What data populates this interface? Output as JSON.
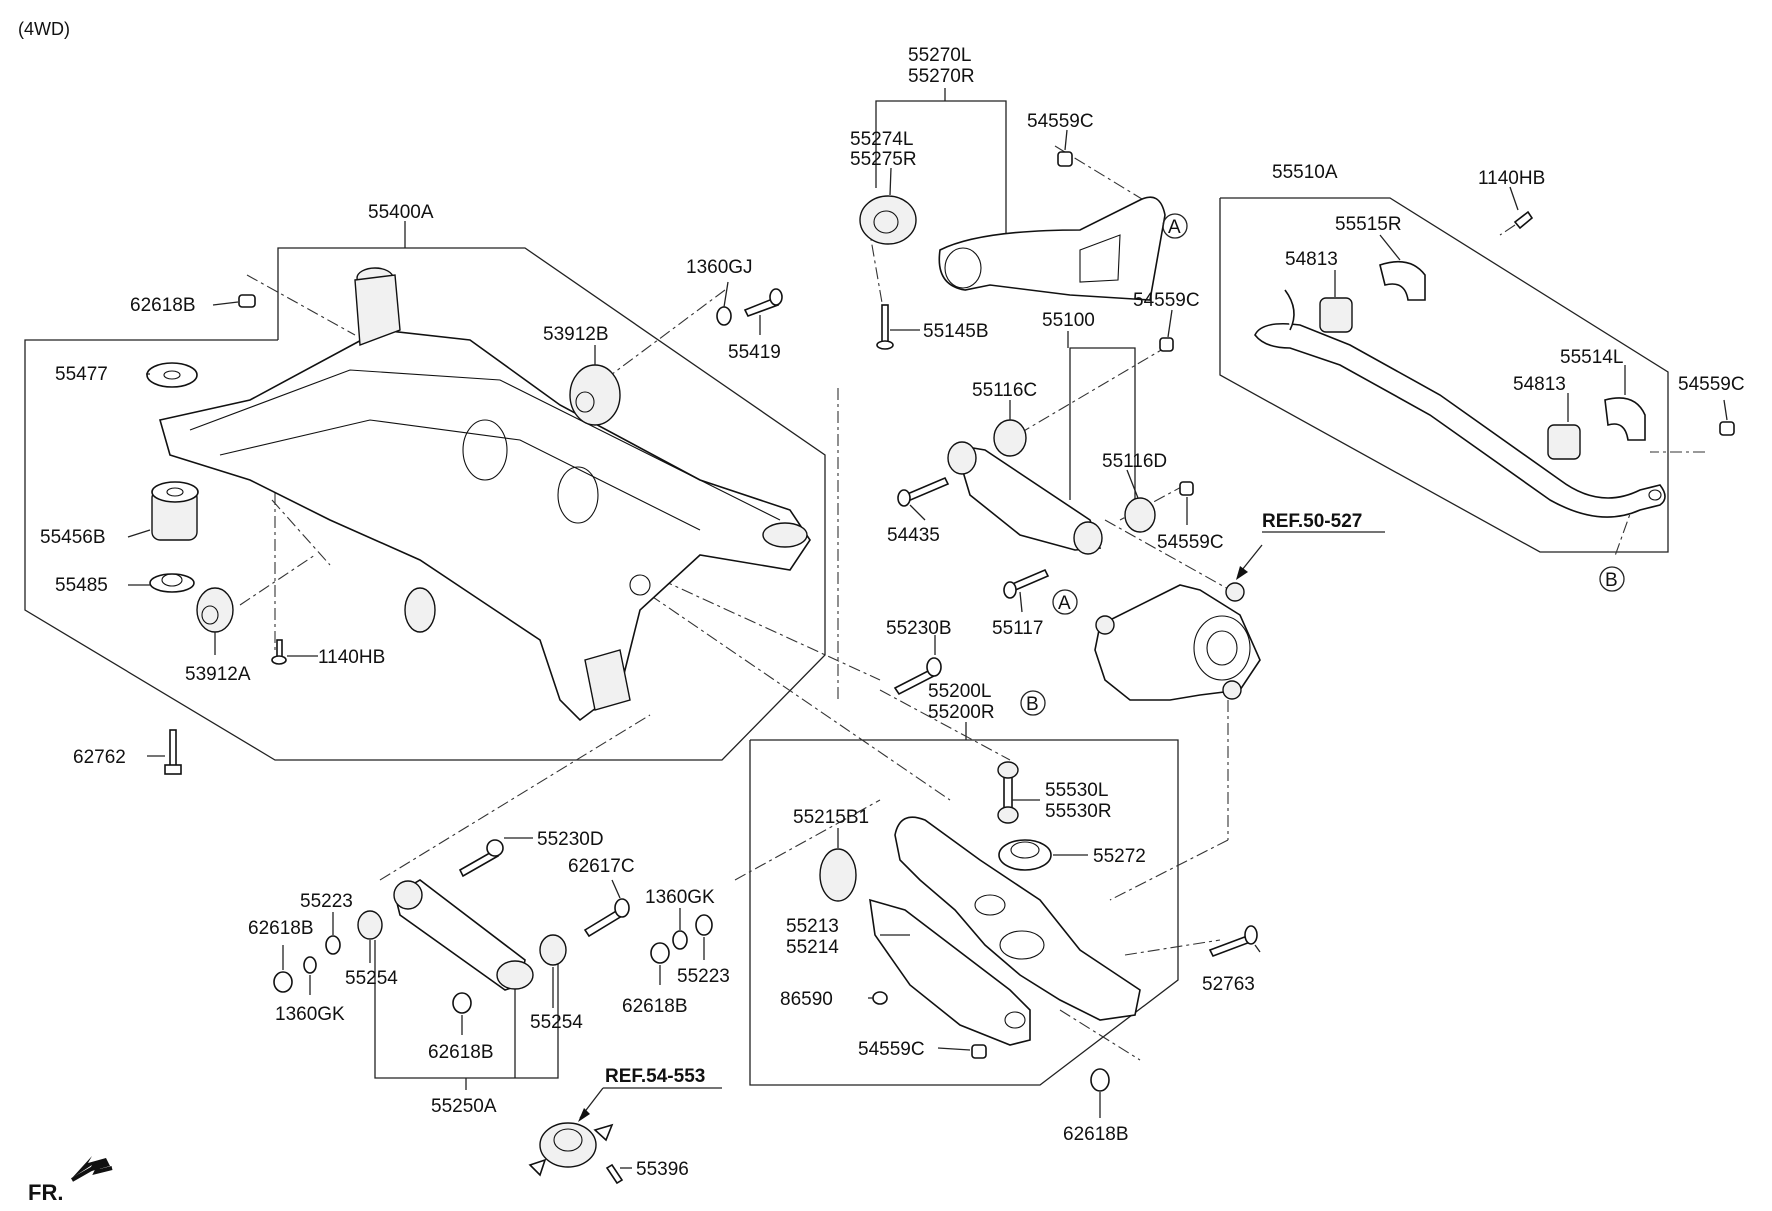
{
  "header": {
    "variant": "(4WD)"
  },
  "front_indicator": "FR.",
  "refs": {
    "knuckle": "REF.50-527",
    "bushing": "REF.54-553"
  },
  "callouts": {
    "a": "A",
    "b": "B"
  },
  "labels": {
    "p55270": [
      "55270L",
      "55270R"
    ],
    "p54559c_top": "54559C",
    "p55274": [
      "55274L",
      "55275R"
    ],
    "p55145b": "55145B",
    "p55510a": "55510A",
    "p1140hb_top": "1140HB",
    "p55515r": "55515R",
    "p54813_a": "54813",
    "p54813_b": "54813",
    "p55514l": "55514L",
    "p54559c_right": "54559C",
    "p55400a": "55400A",
    "p62618b_top": "62618B",
    "p1360gj": "1360GJ",
    "p55419": "55419",
    "p53912b": "53912B",
    "p55477": "55477",
    "p55456b": "55456B",
    "p55485": "55485",
    "p53912a": "53912A",
    "p1140hb_mid": "1140HB",
    "p62762": "62762",
    "p55100": "55100",
    "p54559c_mid": "54559C",
    "p55116c": "55116C",
    "p55116d": "55116D",
    "p54435": "54435",
    "p54559c_mid2": "54559C",
    "p55117": "55117",
    "p55230b": "55230B",
    "p55200": [
      "55200L",
      "55200R"
    ],
    "p55530": [
      "55530L",
      "55530R"
    ],
    "p55215b1": "55215B1",
    "p55272": "55272",
    "p55213": [
      "55213",
      "55214"
    ],
    "p86590": "86590",
    "p54559c_low": "54559C",
    "p52763": "52763",
    "p62618b_bottom": "62618B",
    "p55230d": "55230D",
    "p62617c": "62617C",
    "p1360gk_a": "1360GK",
    "p55223_a": "55223",
    "p62618b_left": "62618B",
    "p55254_a": "55254",
    "p1360gk_b": "1360GK",
    "p62618b_mid": "62618B",
    "p55254_b": "55254",
    "p55250a": "55250A",
    "p55223_b": "55223",
    "p62618b_lower": "62618B",
    "p55396": "55396"
  }
}
